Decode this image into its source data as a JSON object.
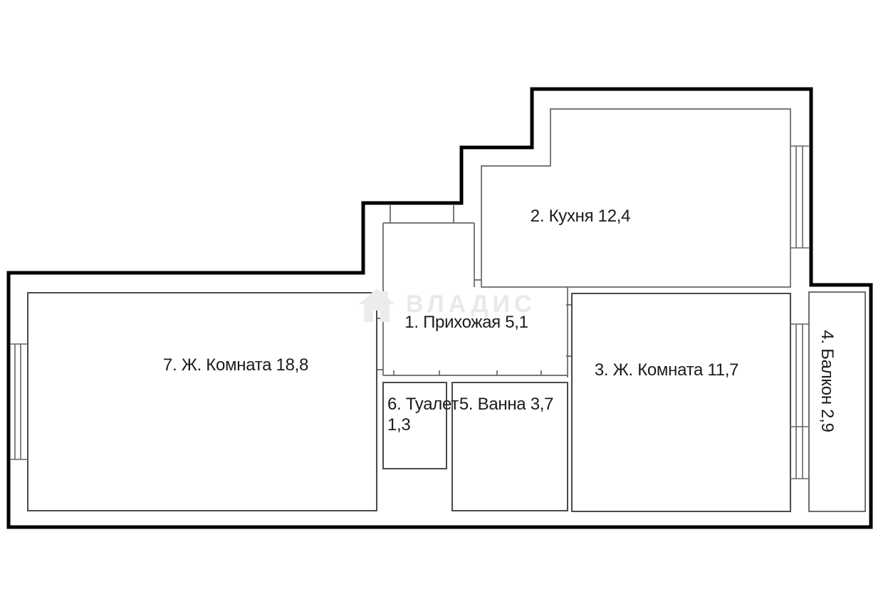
{
  "floorplan": {
    "watermark": {
      "brand": "ВЛАДИС"
    },
    "rooms": [
      {
        "number": "2",
        "name": "Кухня",
        "area": "12,4",
        "label": "2. Кухня 12,4"
      },
      {
        "number": "1",
        "name": "Прихожая",
        "area": "5,1",
        "label": "1. Прихожая 5,1"
      },
      {
        "number": "7",
        "name": "Ж. Комната",
        "area": "18,8",
        "label": "7. Ж. Комната 18,8"
      },
      {
        "number": "3",
        "name": "Ж. Комната",
        "area": "11,7",
        "label": "3. Ж. Комната 11,7"
      },
      {
        "number": "5",
        "name": "Ванна",
        "area": "3,7",
        "label": "5. Ванна 3,7"
      },
      {
        "number": "6",
        "name": "Туалет",
        "area": "1,3",
        "lines": [
          "6. Туалет",
          "1,3"
        ]
      },
      {
        "number": "4",
        "name": "Балкон",
        "area": "2,9",
        "label": "4. Балкон 2,9"
      }
    ]
  }
}
